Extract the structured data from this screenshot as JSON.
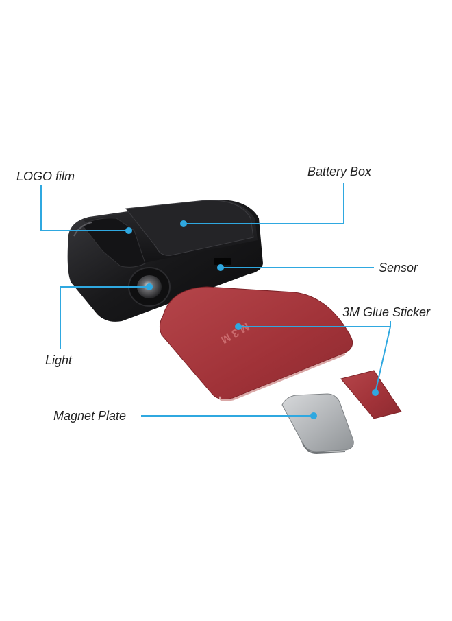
{
  "labels": {
    "logo_film": "LOGO film",
    "battery_box": "Battery Box",
    "sensor": "Sensor",
    "glue_sticker": "3M Glue Sticker",
    "light": "Light",
    "magnet_plate": "Magnet Plate"
  },
  "sticker_print": "M 3 M",
  "colors": {
    "callout_line": "#2fa8e0",
    "device_body": "#1b1b1d",
    "sticker_red": "#a8353a",
    "magnet_gray": "#b4b7ba",
    "background": "#ffffff"
  }
}
